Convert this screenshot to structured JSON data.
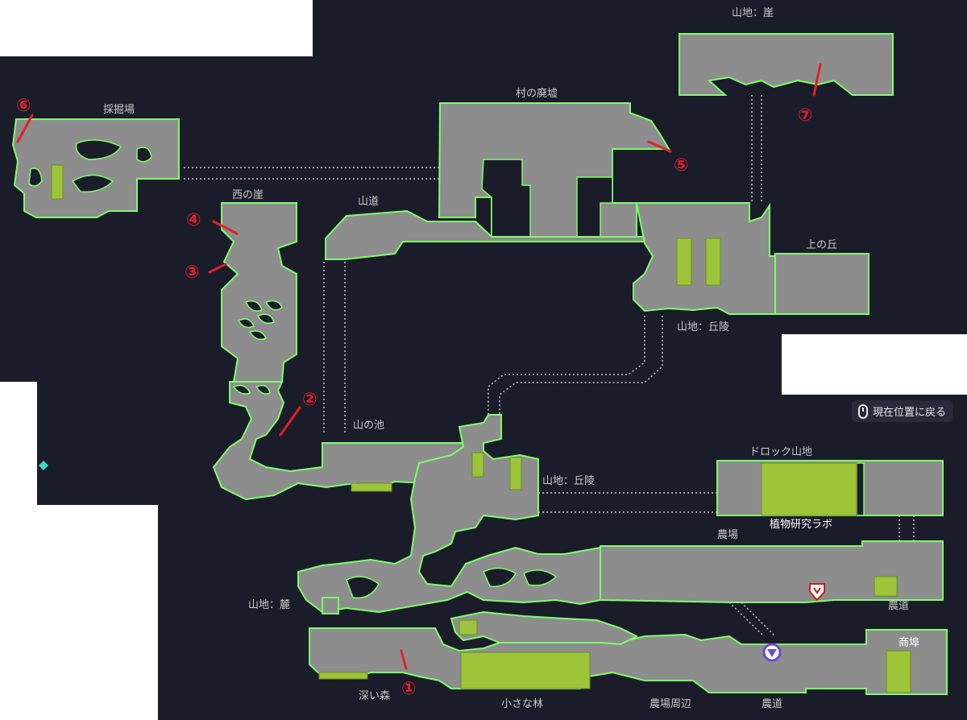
{
  "map": {
    "labels": [
      {
        "id": "saikutsuba",
        "text": "採掘場"
      },
      {
        "id": "mura-haikyo",
        "text": "村の廃墟"
      },
      {
        "id": "sanchi-gake",
        "text": "山地：崖"
      },
      {
        "id": "nishi-gake",
        "text": "西の崖"
      },
      {
        "id": "sando",
        "text": "山道"
      },
      {
        "id": "ue-oka",
        "text": "上の丘"
      },
      {
        "id": "sanchi-kyuryo-1",
        "text": "山地：丘陵"
      },
      {
        "id": "yama-ike",
        "text": "山の池"
      },
      {
        "id": "sanchi-kyuryo-2",
        "text": "山地：丘陵"
      },
      {
        "id": "drock-sanchi",
        "text": "ドロック山地"
      },
      {
        "id": "shokubutsu-lab",
        "text": "植物研究ラボ"
      },
      {
        "id": "nojo",
        "text": "農場"
      },
      {
        "id": "sanchi-fumoto",
        "text": "山地：麓"
      },
      {
        "id": "nodo-1",
        "text": "農道"
      },
      {
        "id": "shojo",
        "text": "商埠"
      },
      {
        "id": "fukai-mori",
        "text": "深い森"
      },
      {
        "id": "chiisana-hayashi",
        "text": "小さな林"
      },
      {
        "id": "nojo-shuhen",
        "text": "農場周辺"
      },
      {
        "id": "nodo-2",
        "text": "農道"
      }
    ],
    "markers": [
      "①",
      "②",
      "③",
      "④",
      "⑤",
      "⑥",
      "⑦"
    ]
  },
  "controls": {
    "return_to_position": "現在位置に戻る"
  },
  "colors": {
    "background": "#1b1c2a",
    "room_fill": "#8d8d8d",
    "room_outline": "#7dff6a",
    "marker": "#e0202a"
  }
}
